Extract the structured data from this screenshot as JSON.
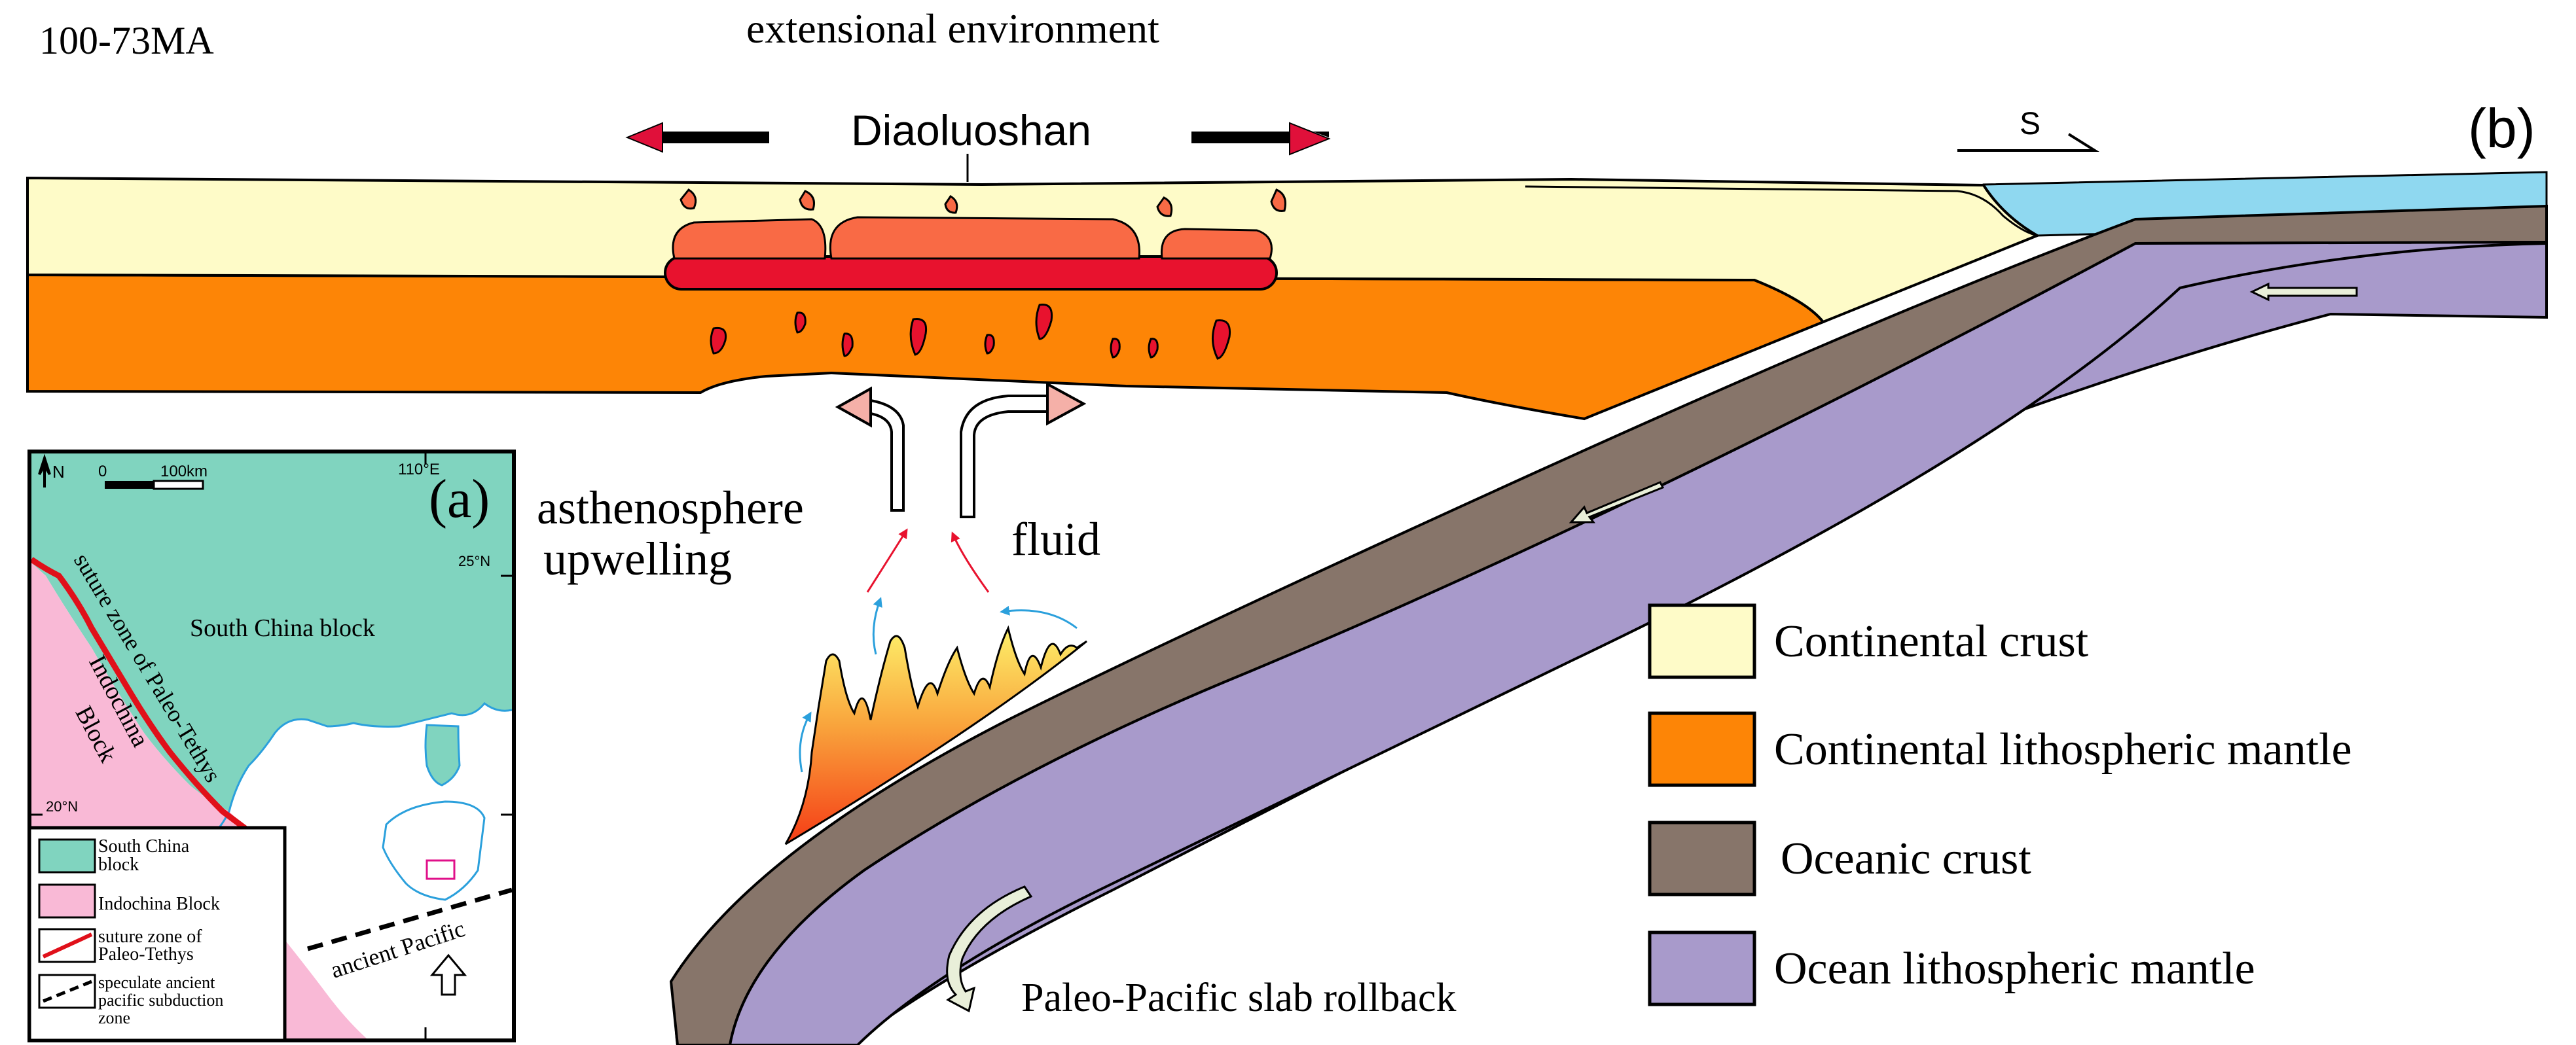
{
  "figure": {
    "age_label": "100-73MA",
    "environment_label": "extensional environment",
    "locality_label": "Diaoluoshan",
    "sense_label": "S",
    "panel_b_label": "(b)",
    "asthenosphere_label_line1": "asthenosphere",
    "asthenosphere_label_line2": "upwelling",
    "fluid_label": "fluid",
    "rollback_label": "Paleo-Pacific slab rollback"
  },
  "legend": {
    "items": [
      {
        "label": "Continental crust",
        "color": "#fefbc8"
      },
      {
        "label": "Continental lithospheric mantle",
        "color": "#fd8506"
      },
      {
        "label": "Oceanic crust",
        "color": "#87756a"
      },
      {
        "label": "Ocean lithospheric mantle",
        "color": "#a89acb"
      }
    ]
  },
  "inset": {
    "panel_label": "(a)",
    "north_label": "N",
    "scale_zero": "0",
    "scale_label": "100km",
    "longitude_label": "110°E",
    "lat_25_label": "25°N",
    "lat_20_label": "20°N",
    "south_china_label": "South China block",
    "indochina_line1": "Indochina",
    "indochina_line2": "Block",
    "suture_label": "suture zone of Paleo-Tethys",
    "ancient_pacific_label": "ancient Pacific",
    "legend": {
      "south_china_line1": "South China",
      "south_china_line2": "block",
      "indochina": "Indochina Block",
      "suture_line1": "suture zone of",
      "suture_line2": "Paleo-Tethys",
      "subduction_line1": "speculate ancient",
      "subduction_line2": "pacific subduction",
      "subduction_line3": "zone"
    }
  },
  "colors": {
    "continental_crust": "#fefbc8",
    "continental_mantle": "#fd8506",
    "oceanic_crust": "#87756a",
    "ocean_mantle": "#a89acb",
    "sea_water": "#8fd8f0",
    "magma_dark": "#e8122e",
    "magma_light": "#f96a45",
    "south_china_fill": "#80d4bf",
    "indochina_fill": "#f9b9d6",
    "coastline": "#2ba0dc",
    "red_arrow": "#e0103a"
  }
}
